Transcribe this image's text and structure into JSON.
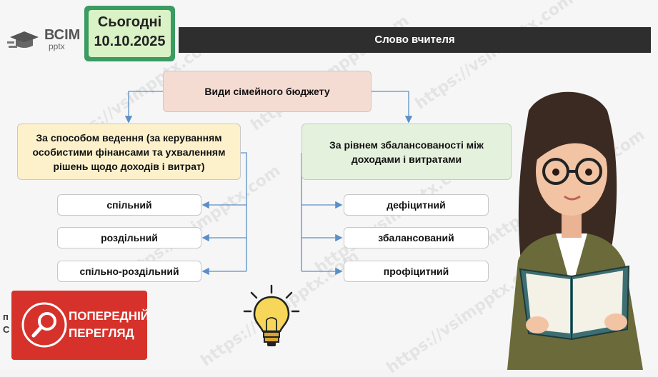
{
  "logo": {
    "name": "ВСІМ",
    "sub": "pptx"
  },
  "date_badge": {
    "line1": "Сьогодні",
    "line2": "10.10.2025"
  },
  "header": {
    "title": "Слово вчителя"
  },
  "diagram": {
    "root": "Види сімейного бюджету",
    "left": {
      "title": "За способом ведення (за керуванням особистими фінансами та ухваленням рішень щодо доходів і витрат)",
      "items": [
        "спільний",
        "роздільний",
        "спільно-роздільний"
      ]
    },
    "right": {
      "title": "За рівнем збалансованості між доходами і витратами",
      "items": [
        "дефіцитний",
        "збалансований",
        "профіцитний"
      ]
    }
  },
  "preview_badge": {
    "line1": "ПОПЕРЕДНІЙ",
    "line2": "ПЕРЕГЛЯД"
  },
  "colors": {
    "header_bg": "#2e2e2e",
    "date_outer": "#3b9b62",
    "date_inner": "#d9f2c6",
    "root_box": "#f5dcd2",
    "left_box": "#fdf1cc",
    "right_box": "#e4f1dd",
    "connector": "#5b8fc7",
    "preview_bg": "#d6322b"
  },
  "watermark": "https://vsimpptx.com",
  "side_letters": [
    "п",
    "С"
  ]
}
